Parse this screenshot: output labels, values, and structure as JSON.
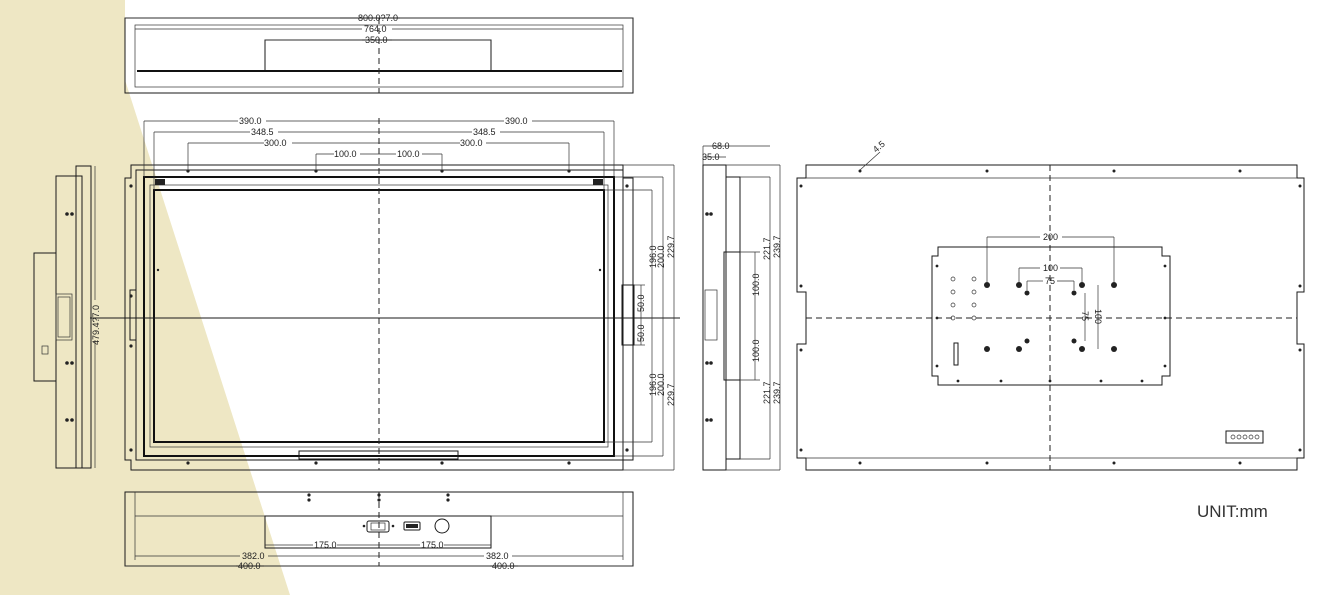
{
  "top_view": {
    "dims": [
      "800.0?7.0",
      "764.0",
      "350.0"
    ]
  },
  "front_view": {
    "top_dims": [
      "390.0",
      "390.0",
      "348.5",
      "348.5",
      "300.0",
      "300.0",
      "100.0",
      "100.0"
    ],
    "right_dims": [
      "196.0",
      "200.0",
      "229.7",
      "196.0",
      "200.0",
      "229.7",
      "50.0",
      "50.0"
    ],
    "left_dim": "479.4?7.0"
  },
  "side_view": {
    "dims": [
      "68.0",
      "35.0",
      "100.0",
      "100.0",
      "221.7",
      "239.7",
      "221.7",
      "239.7"
    ]
  },
  "back_view": {
    "dims": [
      "4.5",
      "200",
      "100",
      "75",
      "75",
      "100"
    ]
  },
  "bottom_view": {
    "dims": [
      "175.0",
      "175.0",
      "382.0",
      "382.0",
      "400.0",
      "400.0"
    ]
  },
  "unit_label": "UNIT:mm",
  "colors": {
    "wedge": "#eee7c4",
    "line": "#1a1a1a"
  }
}
